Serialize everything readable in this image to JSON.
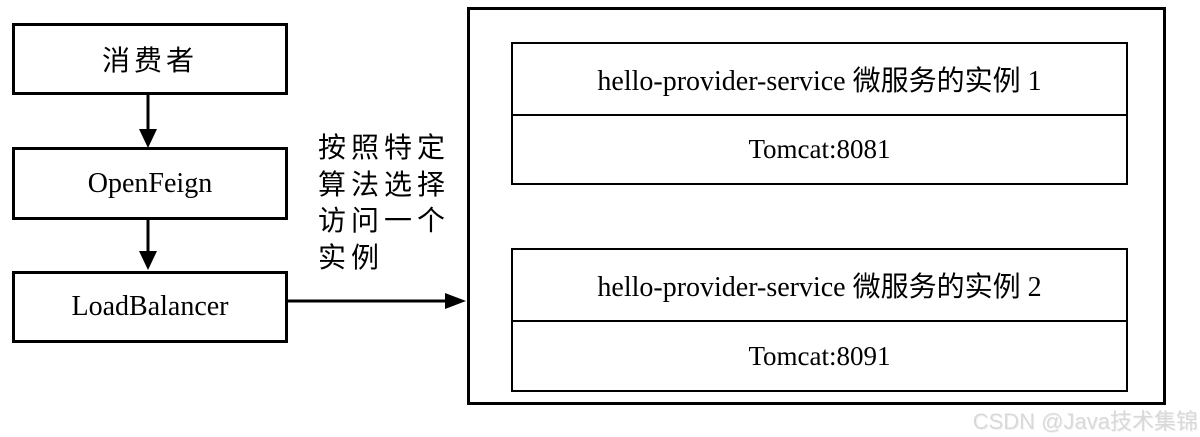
{
  "diagram": {
    "flow_boxes": {
      "consumer": "消费者",
      "openfeign": "OpenFeign",
      "loadbalancer": "LoadBalancer"
    },
    "annotation": {
      "full_text": "按照特定算法选择访问一个实例",
      "lines": [
        "按照特定",
        "算法选择",
        "访问一个",
        "实例"
      ]
    },
    "provider_group": {
      "instances": [
        {
          "title": "hello-provider-service 微服务的实例 1",
          "port_label": "Tomcat:8081"
        },
        {
          "title": "hello-provider-service 微服务的实例 2",
          "port_label": "Tomcat:8091"
        }
      ]
    }
  },
  "watermark": {
    "text": "CSDN @Java技术集锦"
  },
  "colors": {
    "line": "#000000",
    "background": "#ffffff",
    "watermark": "#d9d9d9"
  }
}
